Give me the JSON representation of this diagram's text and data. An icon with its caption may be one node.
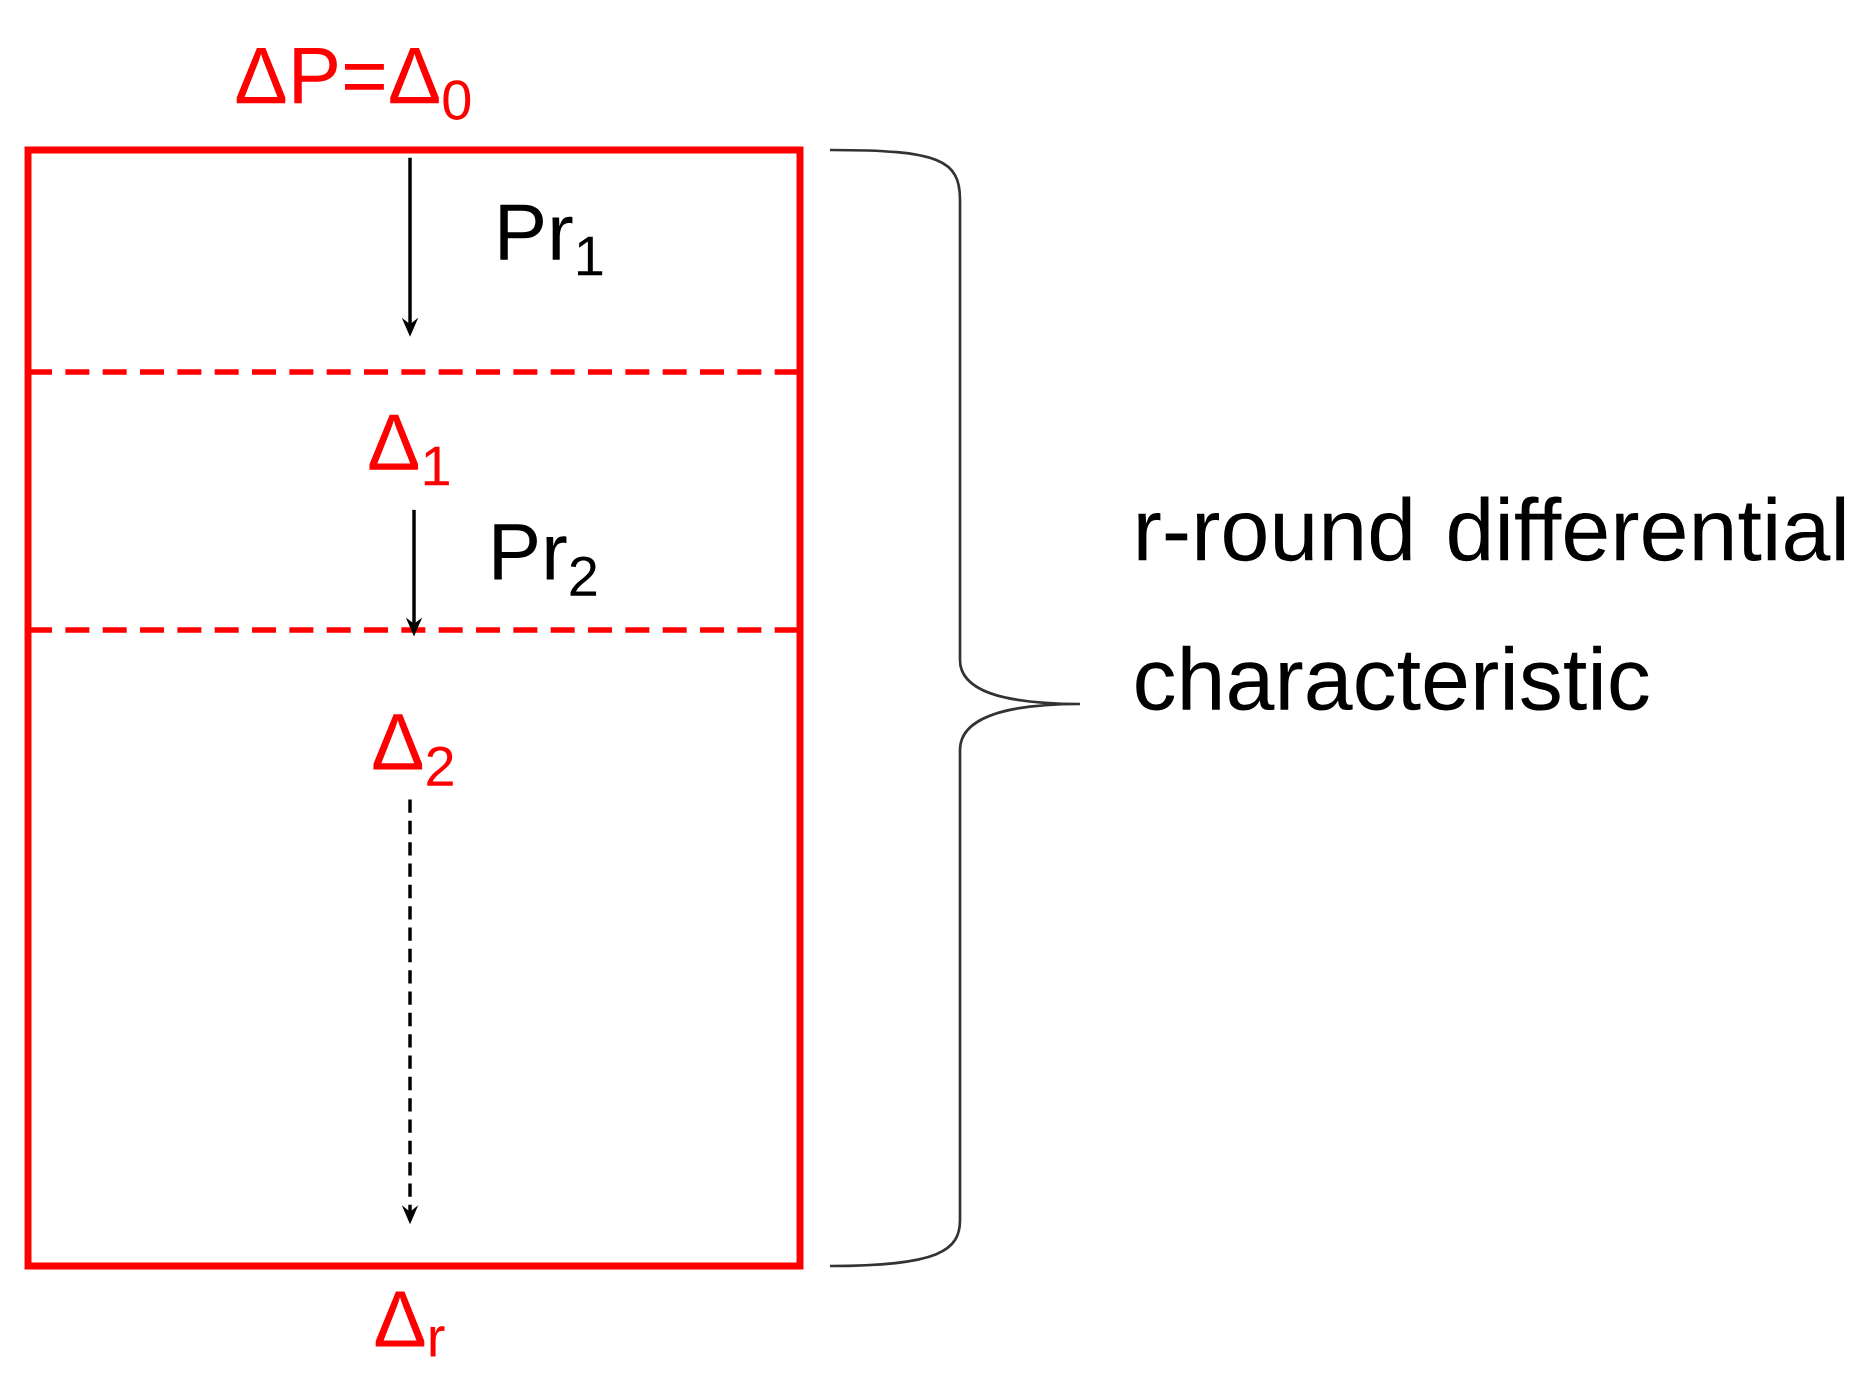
{
  "diagram": {
    "nodes": [
      {
        "text": [
          "ΔP=Δ$_{0}$"
        ]
      },
      {
        "text": [
          "Δ$_{1}$"
        ]
      },
      {
        "text": [
          "Δ$_{2}$"
        ]
      },
      {
        "text": [
          "Δ$_{r}$"
        ]
      }
    ],
    "edges": [
      {
        "from": 0,
        "to": 1,
        "arrow": "to",
        "label": "Pr$_{1}$"
      },
      {
        "from": 1,
        "to": 2,
        "arrow": "to",
        "label": "Pr$_{2}$"
      },
      {
        "from": 2,
        "to": 3,
        "arrow": "to",
        "style": "dashed"
      }
    ],
    "labels": [
      "r-round differential characteristic"
    ]
  }
}
